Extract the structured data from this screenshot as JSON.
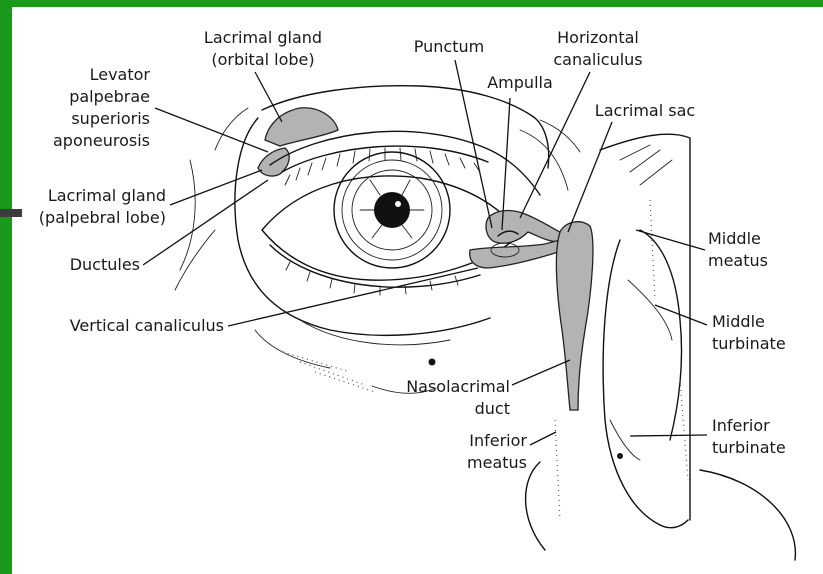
{
  "diagram": {
    "labels": {
      "levator_line1": "Levator",
      "levator_line2": "palpebrae",
      "levator_line3": "superioris",
      "levator_line4": "aponeurosis",
      "gland_orbital_line1": "Lacrimal gland",
      "gland_orbital_line2": "(orbital lobe)",
      "punctum": "Punctum",
      "horizontal_line1": "Horizontal",
      "horizontal_line2": "canaliculus",
      "ampulla": "Ampulla",
      "lacrimal_sac": "Lacrimal sac",
      "gland_palpebral_line1": "Lacrimal gland",
      "gland_palpebral_line2": "(palpebral lobe)",
      "ductules": "Ductules",
      "middle_meatus_line1": "Middle",
      "middle_meatus_line2": "meatus",
      "vertical_canaliculus": "Vertical canaliculus",
      "middle_turbinate_line1": "Middle",
      "middle_turbinate_line2": "turbinate",
      "nasolacrimal_line1": "Nasolacrimal",
      "nasolacrimal_line2": "duct",
      "inferior_meatus_line1": "Inferior",
      "inferior_meatus_line2": "meatus",
      "inferior_turbinate_line1": "Inferior",
      "inferior_turbinate_line2": "turbinate"
    },
    "colors": {
      "frame_green": "#1a9a1a",
      "structure_gray": "#b3b3b3",
      "ink": "#111111"
    }
  }
}
